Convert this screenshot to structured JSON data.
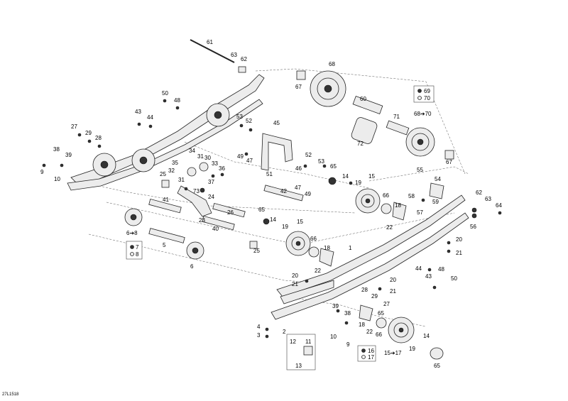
{
  "diagram_code": "27L1518",
  "callouts": [
    {
      "id": "c1",
      "text": "1"
    },
    {
      "id": "c2",
      "text": "2"
    },
    {
      "id": "c3",
      "text": "3"
    },
    {
      "id": "c4",
      "text": "4"
    },
    {
      "id": "c5",
      "text": "5"
    },
    {
      "id": "c6a",
      "text": "6"
    },
    {
      "id": "c6b",
      "text": "6➔8"
    },
    {
      "id": "c7",
      "text": "7"
    },
    {
      "id": "c8",
      "text": "8"
    },
    {
      "id": "c9a",
      "text": "9"
    },
    {
      "id": "c9b",
      "text": "9"
    },
    {
      "id": "c10a",
      "text": "10"
    },
    {
      "id": "c10b",
      "text": "10"
    },
    {
      "id": "c11",
      "text": "11"
    },
    {
      "id": "c12",
      "text": "12"
    },
    {
      "id": "c13",
      "text": "13"
    },
    {
      "id": "c14a",
      "text": "14"
    },
    {
      "id": "c14b",
      "text": "14"
    },
    {
      "id": "c14c",
      "text": "14"
    },
    {
      "id": "c15a",
      "text": "15"
    },
    {
      "id": "c15b",
      "text": "15"
    },
    {
      "id": "c15c",
      "text": "15➔17"
    },
    {
      "id": "c16",
      "text": "16"
    },
    {
      "id": "c17",
      "text": "17"
    },
    {
      "id": "c18a",
      "text": "18"
    },
    {
      "id": "c18b",
      "text": "18"
    },
    {
      "id": "c18c",
      "text": "18"
    },
    {
      "id": "c19a",
      "text": "19"
    },
    {
      "id": "c19b",
      "text": "19"
    },
    {
      "id": "c19c",
      "text": "19"
    },
    {
      "id": "c20a",
      "text": "20"
    },
    {
      "id": "c20b",
      "text": "20"
    },
    {
      "id": "c20c",
      "text": "20"
    },
    {
      "id": "c21a",
      "text": "21"
    },
    {
      "id": "c21b",
      "text": "21"
    },
    {
      "id": "c21c",
      "text": "21"
    },
    {
      "id": "c22a",
      "text": "22"
    },
    {
      "id": "c22b",
      "text": "22"
    },
    {
      "id": "c22c",
      "text": "22"
    },
    {
      "id": "c23",
      "text": "23"
    },
    {
      "id": "c24",
      "text": "24"
    },
    {
      "id": "c25a",
      "text": "25"
    },
    {
      "id": "c25b",
      "text": "25"
    },
    {
      "id": "c26",
      "text": "26"
    },
    {
      "id": "c27a",
      "text": "27"
    },
    {
      "id": "c27b",
      "text": "27"
    },
    {
      "id": "c28a",
      "text": "28"
    },
    {
      "id": "c28b",
      "text": "28"
    },
    {
      "id": "c29a",
      "text": "29"
    },
    {
      "id": "c29b",
      "text": "29"
    },
    {
      "id": "c30",
      "text": "30"
    },
    {
      "id": "c31a",
      "text": "31"
    },
    {
      "id": "c31b",
      "text": "31"
    },
    {
      "id": "c32",
      "text": "32"
    },
    {
      "id": "c33",
      "text": "33"
    },
    {
      "id": "c34",
      "text": "34"
    },
    {
      "id": "c35",
      "text": "35"
    },
    {
      "id": "c36",
      "text": "36"
    },
    {
      "id": "c37",
      "text": "37"
    },
    {
      "id": "c38a",
      "text": "38"
    },
    {
      "id": "c38b",
      "text": "38"
    },
    {
      "id": "c39a",
      "text": "39"
    },
    {
      "id": "c39b",
      "text": "39"
    },
    {
      "id": "c40",
      "text": "40"
    },
    {
      "id": "c41",
      "text": "41"
    },
    {
      "id": "c42",
      "text": "42"
    },
    {
      "id": "c43a",
      "text": "43"
    },
    {
      "id": "c43b",
      "text": "43"
    },
    {
      "id": "c44a",
      "text": "44"
    },
    {
      "id": "c44b",
      "text": "44"
    },
    {
      "id": "c45",
      "text": "45"
    },
    {
      "id": "c46",
      "text": "46"
    },
    {
      "id": "c47a",
      "text": "47"
    },
    {
      "id": "c47b",
      "text": "47"
    },
    {
      "id": "c48a",
      "text": "48"
    },
    {
      "id": "c48b",
      "text": "48"
    },
    {
      "id": "c49a",
      "text": "49"
    },
    {
      "id": "c49b",
      "text": "49"
    },
    {
      "id": "c50a",
      "text": "50"
    },
    {
      "id": "c50b",
      "text": "50"
    },
    {
      "id": "c51",
      "text": "51"
    },
    {
      "id": "c52a",
      "text": "52"
    },
    {
      "id": "c52b",
      "text": "52"
    },
    {
      "id": "c53a",
      "text": "53"
    },
    {
      "id": "c53b",
      "text": "53"
    },
    {
      "id": "c54",
      "text": "54"
    },
    {
      "id": "c55",
      "text": "55"
    },
    {
      "id": "c56",
      "text": "56"
    },
    {
      "id": "c57",
      "text": "57"
    },
    {
      "id": "c58",
      "text": "58"
    },
    {
      "id": "c59",
      "text": "59"
    },
    {
      "id": "c60",
      "text": "60"
    },
    {
      "id": "c61",
      "text": "61"
    },
    {
      "id": "c62a",
      "text": "62"
    },
    {
      "id": "c62b",
      "text": "62"
    },
    {
      "id": "c63a",
      "text": "63"
    },
    {
      "id": "c63b",
      "text": "63"
    },
    {
      "id": "c64",
      "text": "64"
    },
    {
      "id": "c65a",
      "text": "65"
    },
    {
      "id": "c65b",
      "text": "65"
    },
    {
      "id": "c65c",
      "text": "65"
    },
    {
      "id": "c65d",
      "text": "65"
    },
    {
      "id": "c66a",
      "text": "66"
    },
    {
      "id": "c66b",
      "text": "66"
    },
    {
      "id": "c66c",
      "text": "66"
    },
    {
      "id": "c67a",
      "text": "67"
    },
    {
      "id": "c67b",
      "text": "67"
    },
    {
      "id": "c68",
      "text": "68"
    },
    {
      "id": "c68b",
      "text": "68➔70"
    },
    {
      "id": "c69",
      "text": "69"
    },
    {
      "id": "c70",
      "text": "70"
    },
    {
      "id": "c71",
      "text": "71"
    },
    {
      "id": "c72",
      "text": "72"
    },
    {
      "id": "c73",
      "text": "73"
    }
  ]
}
